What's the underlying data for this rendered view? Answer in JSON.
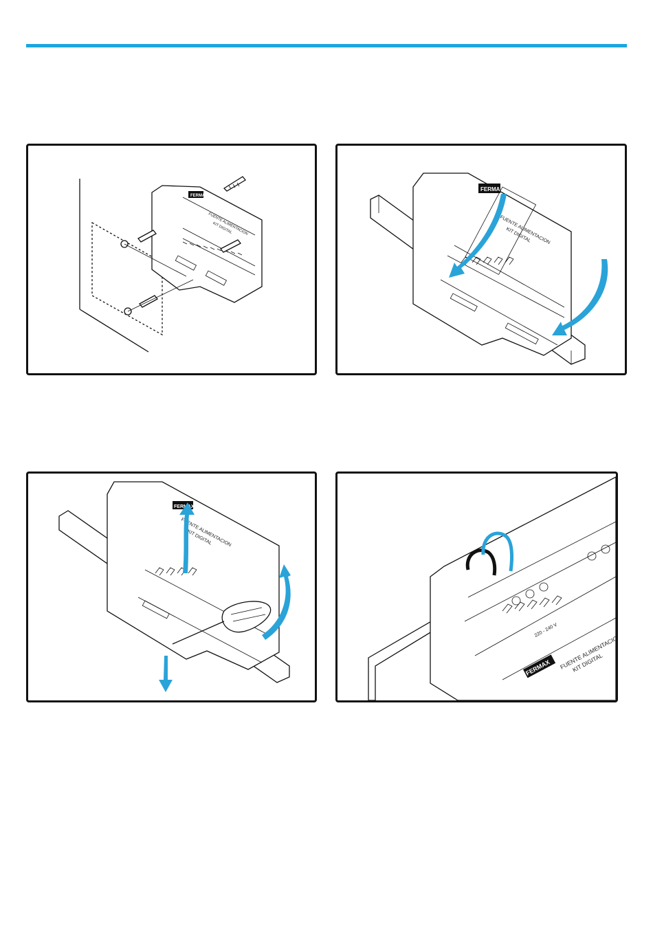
{
  "page": {
    "accent_color": "#1aa6de",
    "arrow_color": "#2aa3d8"
  },
  "device": {
    "brand": "FERMAX",
    "label_line1": "FUENTE ALIMENTACION",
    "label_line2": "KIT DIGITAL",
    "voltage": "220 - 240 V"
  },
  "figures": [
    {
      "icons": [
        "screw-icon",
        "wall-outline-icon"
      ]
    },
    {
      "icons": [
        "din-rail-icon",
        "curved-arrow-icon"
      ]
    },
    {
      "icons": [
        "screwdriver-icon",
        "curved-arrow-icon",
        "down-arrow-icon"
      ]
    },
    {
      "icons": [
        "cable-icon",
        "din-rail-icon"
      ]
    }
  ]
}
